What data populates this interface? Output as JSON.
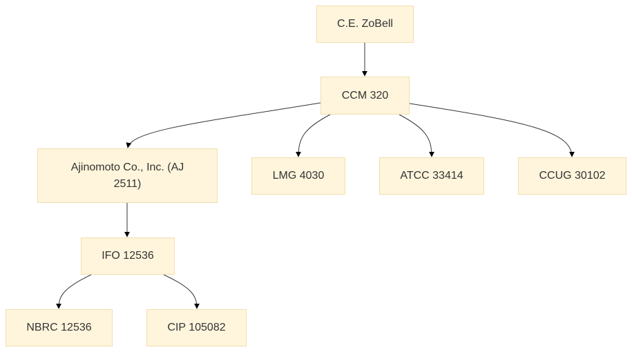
{
  "diagram": {
    "type": "tree",
    "nodes": {
      "zobell": "C.E. ZoBell",
      "ccm320": "CCM 320",
      "ajinomoto": "Ajinomoto Co., Inc. (AJ 2511)",
      "lmg4030": "LMG 4030",
      "atcc33414": "ATCC 33414",
      "ccug30102": "CCUG 30102",
      "ifo12536": "IFO 12536",
      "nbrc12536": "NBRC 12536",
      "cip105082": "CIP 105082"
    },
    "edges": [
      {
        "from": "C.E. ZoBell",
        "to": "CCM 320"
      },
      {
        "from": "CCM 320",
        "to": "Ajinomoto Co., Inc. (AJ 2511)"
      },
      {
        "from": "CCM 320",
        "to": "LMG 4030"
      },
      {
        "from": "CCM 320",
        "to": "ATCC 33414"
      },
      {
        "from": "CCM 320",
        "to": "CCUG 30102"
      },
      {
        "from": "Ajinomoto Co., Inc. (AJ 2511)",
        "to": "IFO 12536"
      },
      {
        "from": "IFO 12536",
        "to": "NBRC 12536"
      },
      {
        "from": "IFO 12536",
        "to": "CIP 105082"
      }
    ]
  }
}
